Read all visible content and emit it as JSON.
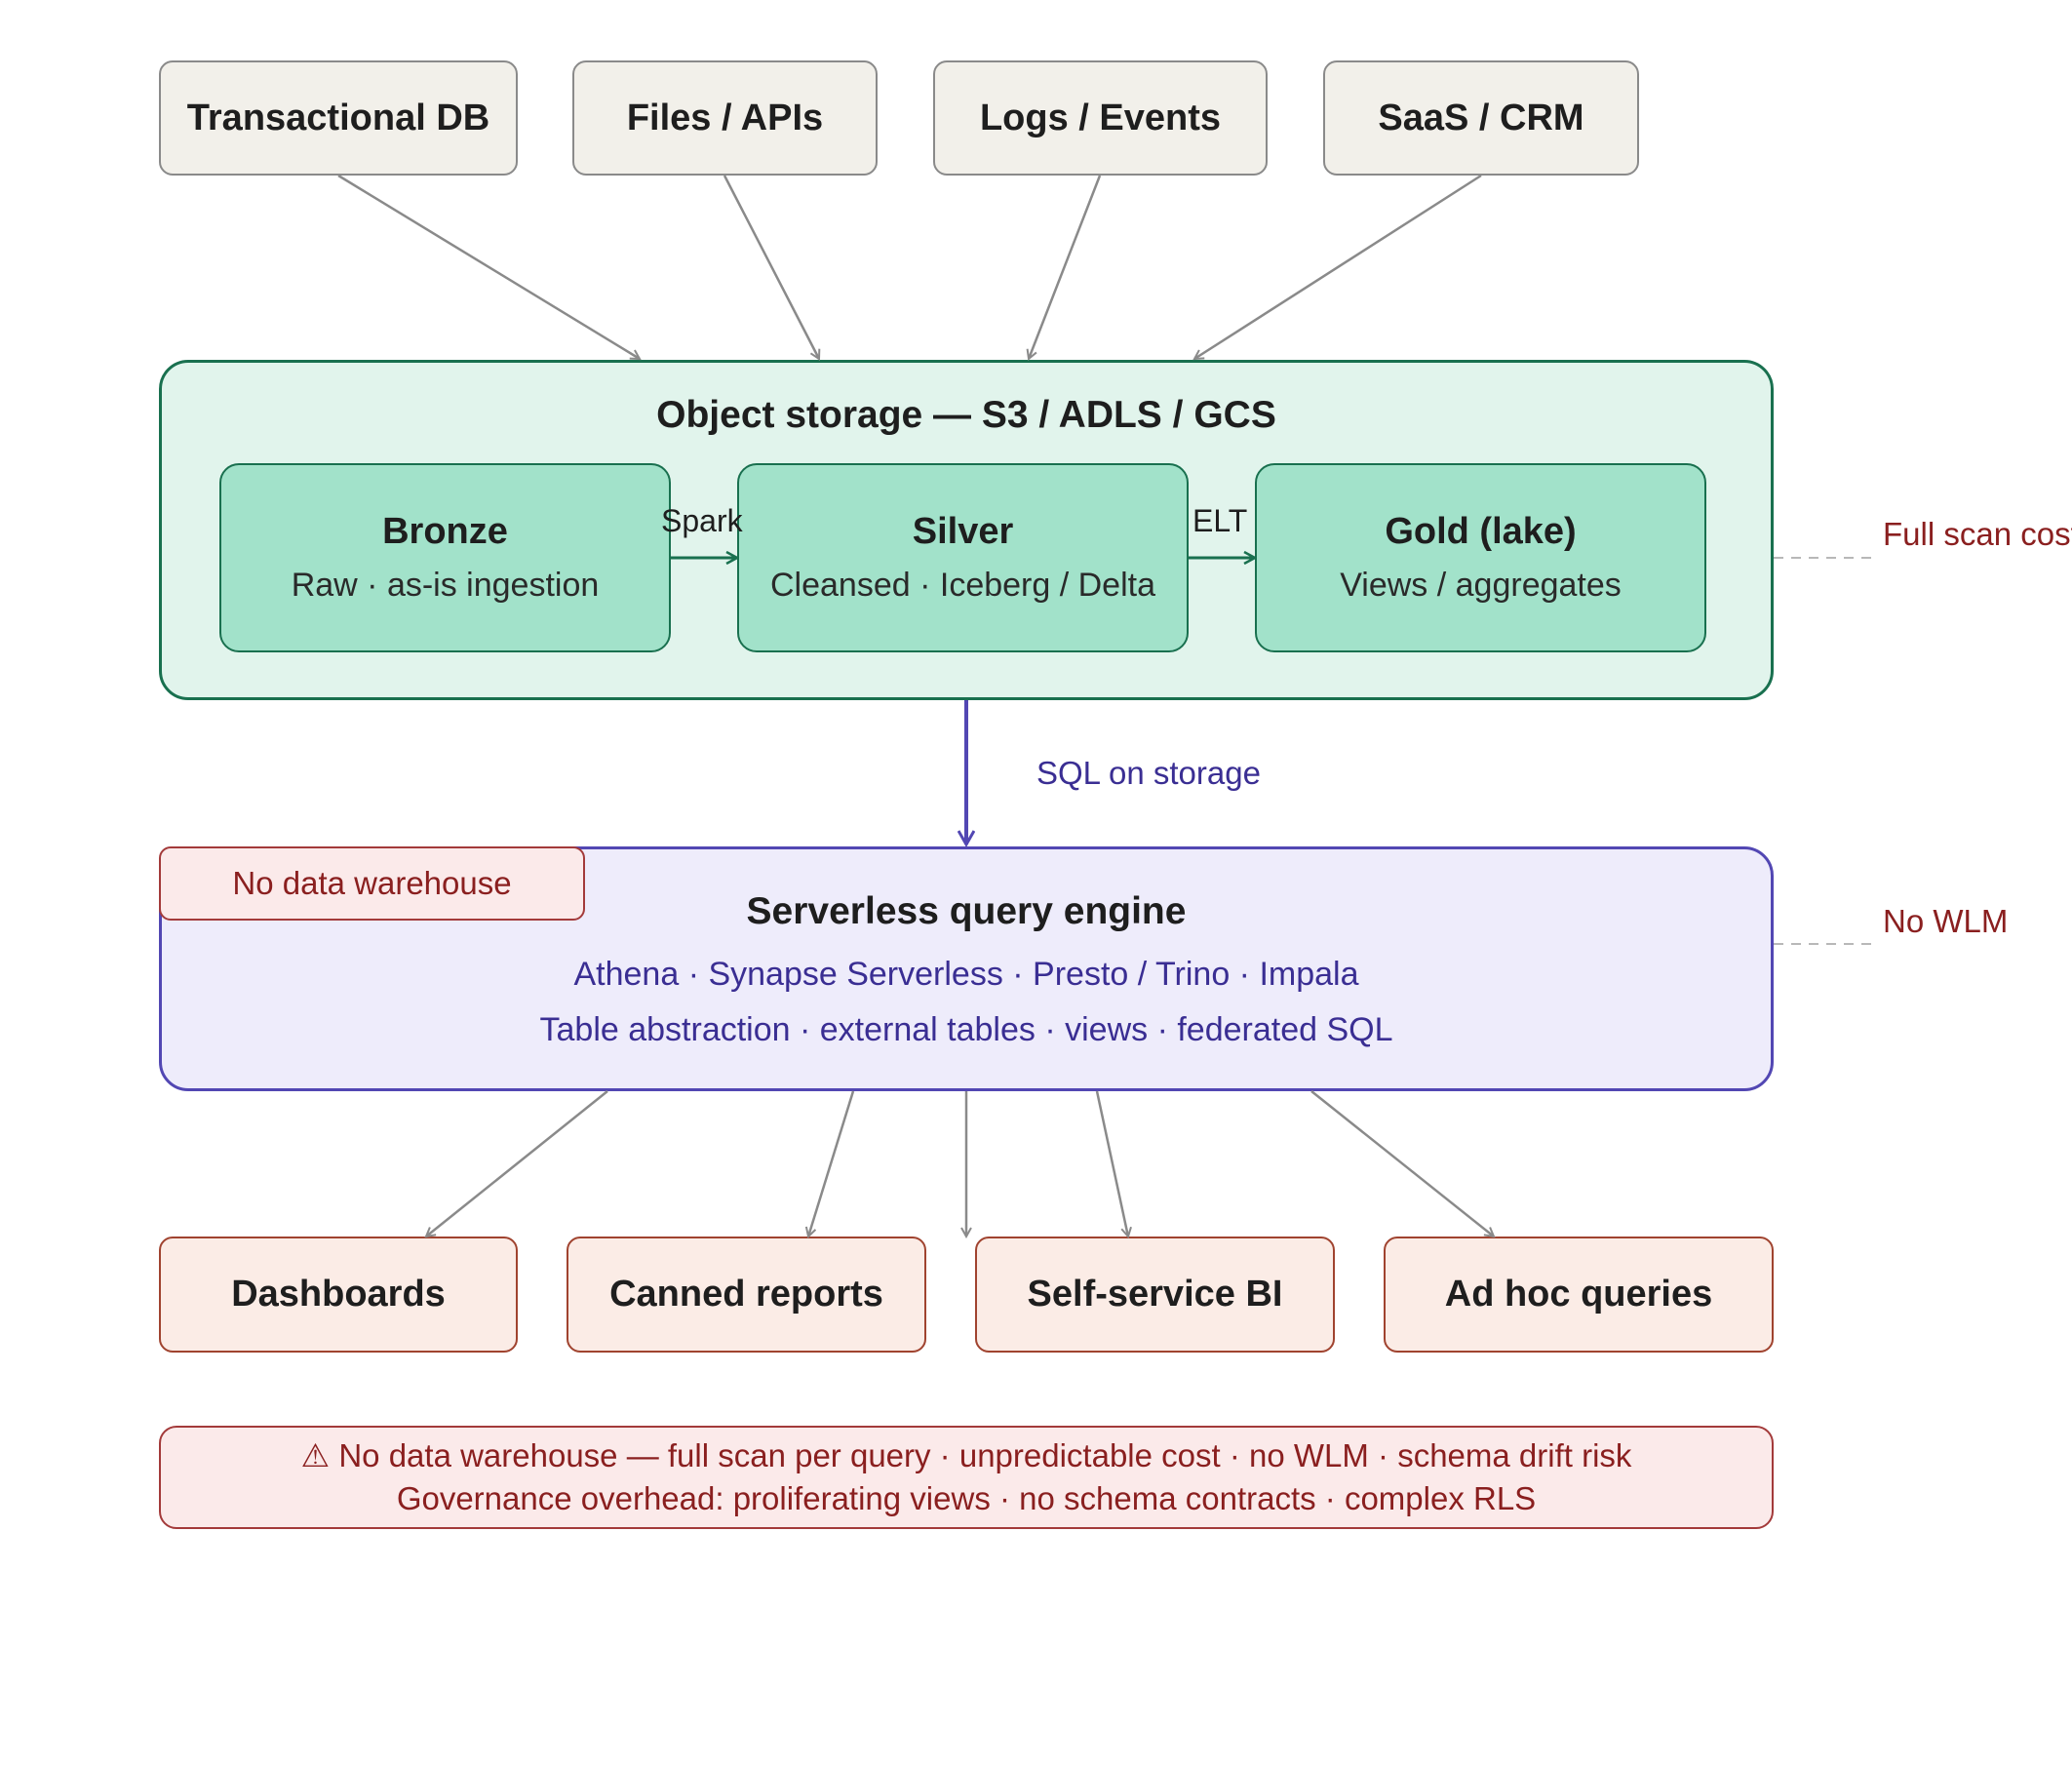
{
  "sources": [
    {
      "label": "Transactional DB"
    },
    {
      "label": "Files / APIs"
    },
    {
      "label": "Logs / Events"
    },
    {
      "label": "SaaS / CRM"
    }
  ],
  "storage": {
    "title": "Object storage — S3 / ADLS / GCS",
    "layers": [
      {
        "title": "Bronze",
        "subtitle": "Raw · as-is ingestion"
      },
      {
        "title": "Silver",
        "subtitle": "Cleansed · Iceberg / Delta"
      },
      {
        "title": "Gold (lake)",
        "subtitle": "Views / aggregates"
      }
    ],
    "edges": [
      {
        "label": "Spark"
      },
      {
        "label": "ELT"
      }
    ]
  },
  "query_link": {
    "label": "SQL on storage"
  },
  "engine": {
    "badge": "No data warehouse",
    "title": "Serverless query engine",
    "line1": "Athena · Synapse Serverless · Presto / Trino · Impala",
    "line2": "Table abstraction · external tables · views · federated SQL"
  },
  "side_notes": {
    "storage": "Full scan cost",
    "engine": "No WLM"
  },
  "outputs": [
    {
      "label": "Dashboards"
    },
    {
      "label": "Canned reports"
    },
    {
      "label": "Self-service BI"
    },
    {
      "label": "Ad hoc queries"
    }
  ],
  "warning": {
    "line1": "⚠ No data warehouse — full scan per query · unpredictable cost · no WLM · schema drift risk",
    "line2": "Governance overhead: proliferating views · no schema contracts · complex RLS"
  },
  "colors": {
    "storage_border": "#19704f",
    "engine_border": "#5247b3",
    "warning_text": "#8a1f1f",
    "connector_gray": "#8a8a8a"
  }
}
